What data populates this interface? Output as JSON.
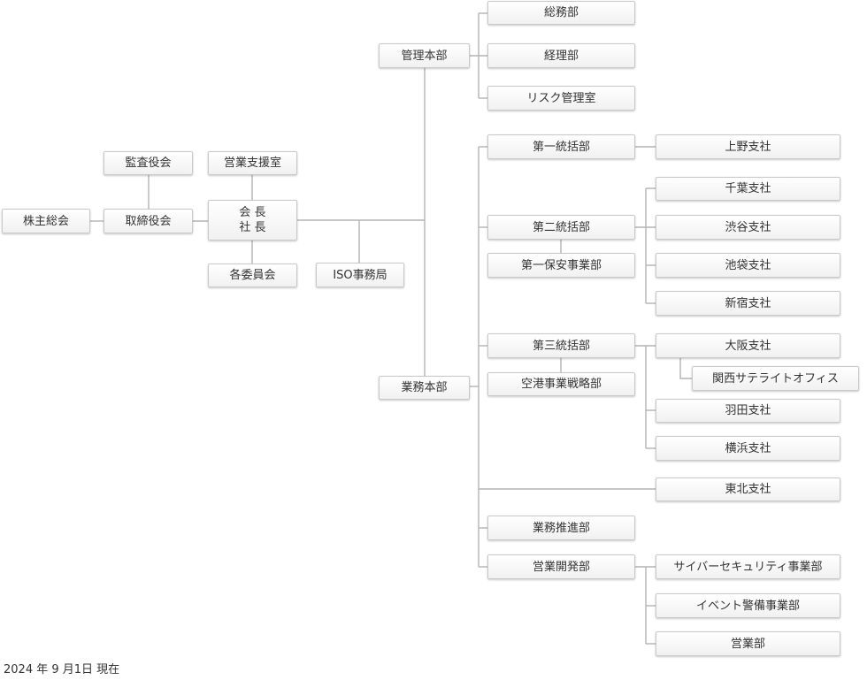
{
  "org": {
    "shareholders": "株主総会",
    "board": "取締役会",
    "auditors": "監査役会",
    "sales_support": "営業支援室",
    "chairman": "会 長",
    "president": "社 長",
    "committees": "各委員会",
    "iso_office": "ISO事務局",
    "admin_hq": "管理本部",
    "general_affairs": "総務部",
    "accounting": "経理部",
    "risk_office": "リスク管理室",
    "ops_hq": "業務本部",
    "ops1": "第一統括部",
    "ueno": "上野支社",
    "ops2": "第二統括部",
    "security1": "第一保安事業部",
    "chiba": "千葉支社",
    "shibuya": "渋谷支社",
    "ikebukuro": "池袋支社",
    "shinjuku": "新宿支社",
    "ops3": "第三統括部",
    "airport": "空港事業戦略部",
    "osaka": "大阪支社",
    "kansai_satellite": "関西サテライトオフィス",
    "haneda": "羽田支社",
    "yokohama": "横浜支社",
    "tohoku": "東北支社",
    "ops_promo": "業務推進部",
    "sales_dev": "営業開発部",
    "cyber": "サイバーセキュリティ事業部",
    "event": "イベント警備事業部",
    "sales": "営業部"
  },
  "footer": {
    "date": "2024 年 9 月1日 現在"
  }
}
